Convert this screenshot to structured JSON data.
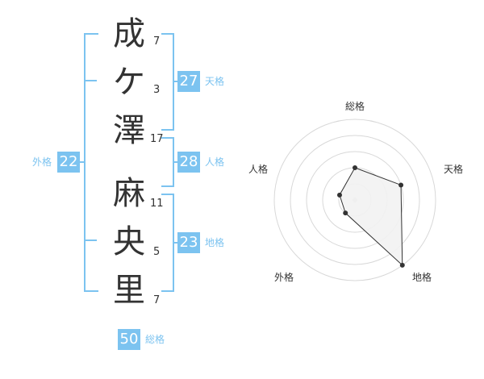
{
  "name": {
    "chars": [
      {
        "char": "成",
        "strokes": "7"
      },
      {
        "char": "ケ",
        "strokes": "3"
      },
      {
        "char": "澤",
        "strokes": "17"
      },
      {
        "char": "麻",
        "strokes": "11"
      },
      {
        "char": "央",
        "strokes": "5"
      },
      {
        "char": "里",
        "strokes": "7"
      }
    ]
  },
  "kakusu": {
    "tenkaku": {
      "value": "27",
      "label": "天格"
    },
    "jinkaku": {
      "value": "28",
      "label": "人格"
    },
    "chikaku": {
      "value": "23",
      "label": "地格"
    },
    "gaikaku": {
      "value": "22",
      "label": "外格"
    },
    "soukaku": {
      "value": "50",
      "label": "総格"
    }
  },
  "radar": {
    "labels": {
      "soukaku": "総格",
      "tenkaku": "天格",
      "chikaku": "地格",
      "gaikaku": "外格",
      "jinkaku": "人格"
    },
    "max": 5
  },
  "chart_data": {
    "type": "radar",
    "categories": [
      "総格",
      "天格",
      "地格",
      "外格",
      "人格"
    ],
    "series": [
      {
        "values": [
          2,
          3,
          5,
          1,
          1
        ]
      }
    ],
    "ylim": [
      0,
      5
    ],
    "grid": true
  },
  "colors": {
    "accent": "#7cc3f0",
    "text": "#333333",
    "polygon_fill": "#f2f2f2"
  }
}
